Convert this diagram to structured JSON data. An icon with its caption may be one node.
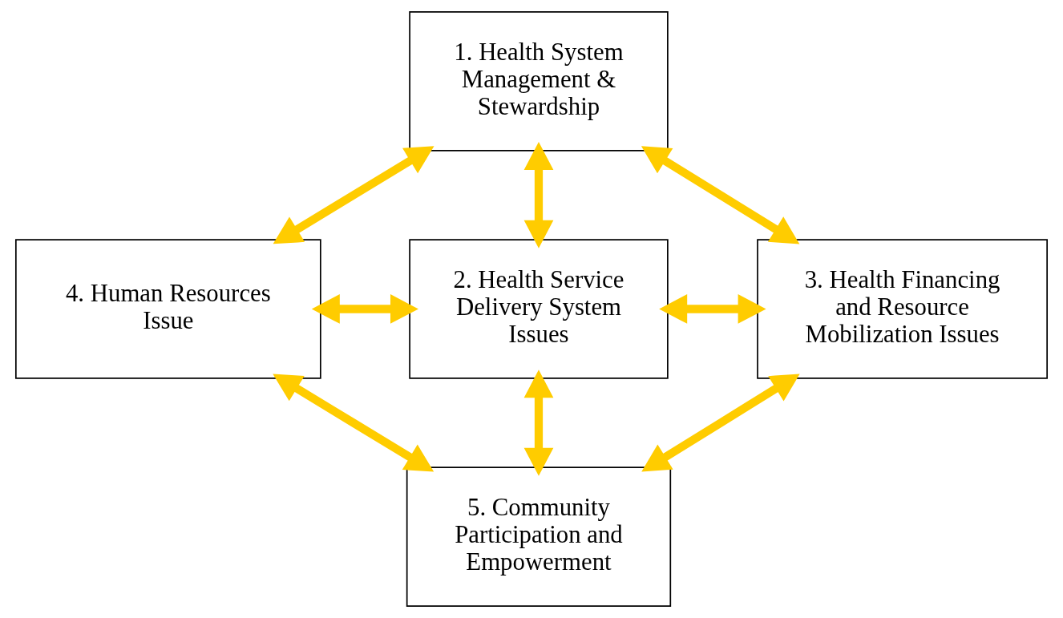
{
  "diagram": {
    "nodes": [
      {
        "text": [
          "1. Health System Management & Stewardship"
        ]
      },
      {
        "text": [
          "4. Human Resources Issue"
        ]
      },
      {
        "text": [
          "2. Health Service Delivery System Issues"
        ]
      },
      {
        "text": [
          "3. Health Financing and Resource Mobilization Issues"
        ]
      },
      {
        "text": [
          "5. Community Participation and Empowerment"
        ]
      }
    ],
    "edges": [
      {
        "from": 0,
        "to": 1,
        "arrow": "both"
      },
      {
        "from": 0,
        "to": 3,
        "arrow": "both"
      },
      {
        "from": 0,
        "to": 2,
        "arrow": "both"
      },
      {
        "from": 1,
        "to": 2,
        "arrow": "both"
      },
      {
        "from": 2,
        "to": 3,
        "arrow": "both"
      },
      {
        "from": 2,
        "to": 4,
        "arrow": "both"
      },
      {
        "from": 1,
        "to": 4,
        "arrow": "both"
      },
      {
        "from": 3,
        "to": 4,
        "arrow": "both"
      }
    ]
  }
}
